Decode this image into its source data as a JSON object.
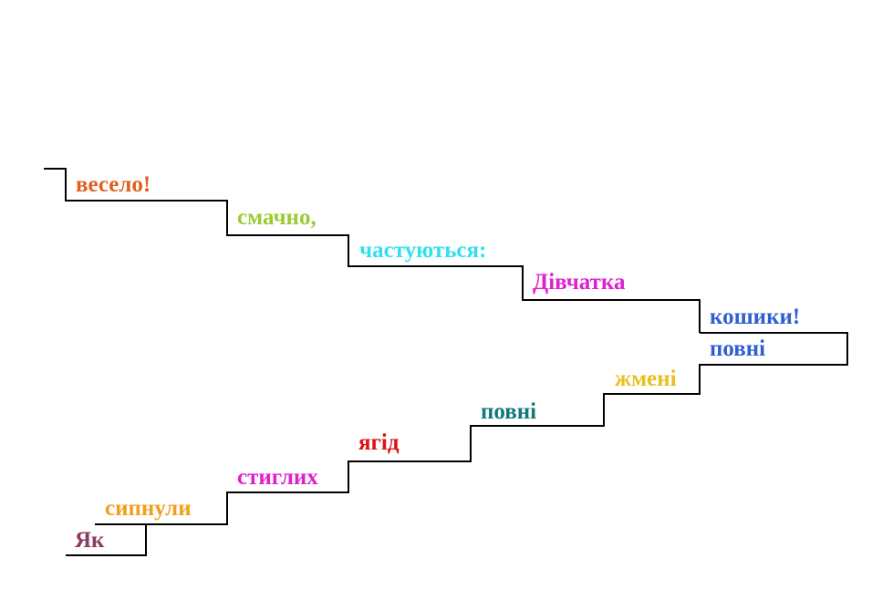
{
  "words": [
    {
      "text": "Як",
      "color": "#8b3a62"
    },
    {
      "text": "сипнули",
      "color": "#f0a020"
    },
    {
      "text": "стиглих",
      "color": "#e020d0"
    },
    {
      "text": "ягід",
      "color": "#e01010"
    },
    {
      "text": "повні",
      "color": "#117a7a"
    },
    {
      "text": "жмені",
      "color": "#e8c020"
    },
    {
      "text": "повні",
      "color": "#3060d0"
    },
    {
      "text": "кошики!",
      "color": "#3060d0"
    },
    {
      "text": "Дівчатка",
      "color": "#e020d0"
    },
    {
      "text": "частуються:",
      "color": "#30e0f0"
    },
    {
      "text": "смачно,",
      "color": "#99cc33"
    },
    {
      "text": "весело!",
      "color": "#e06020"
    }
  ],
  "line_color": "#000000"
}
